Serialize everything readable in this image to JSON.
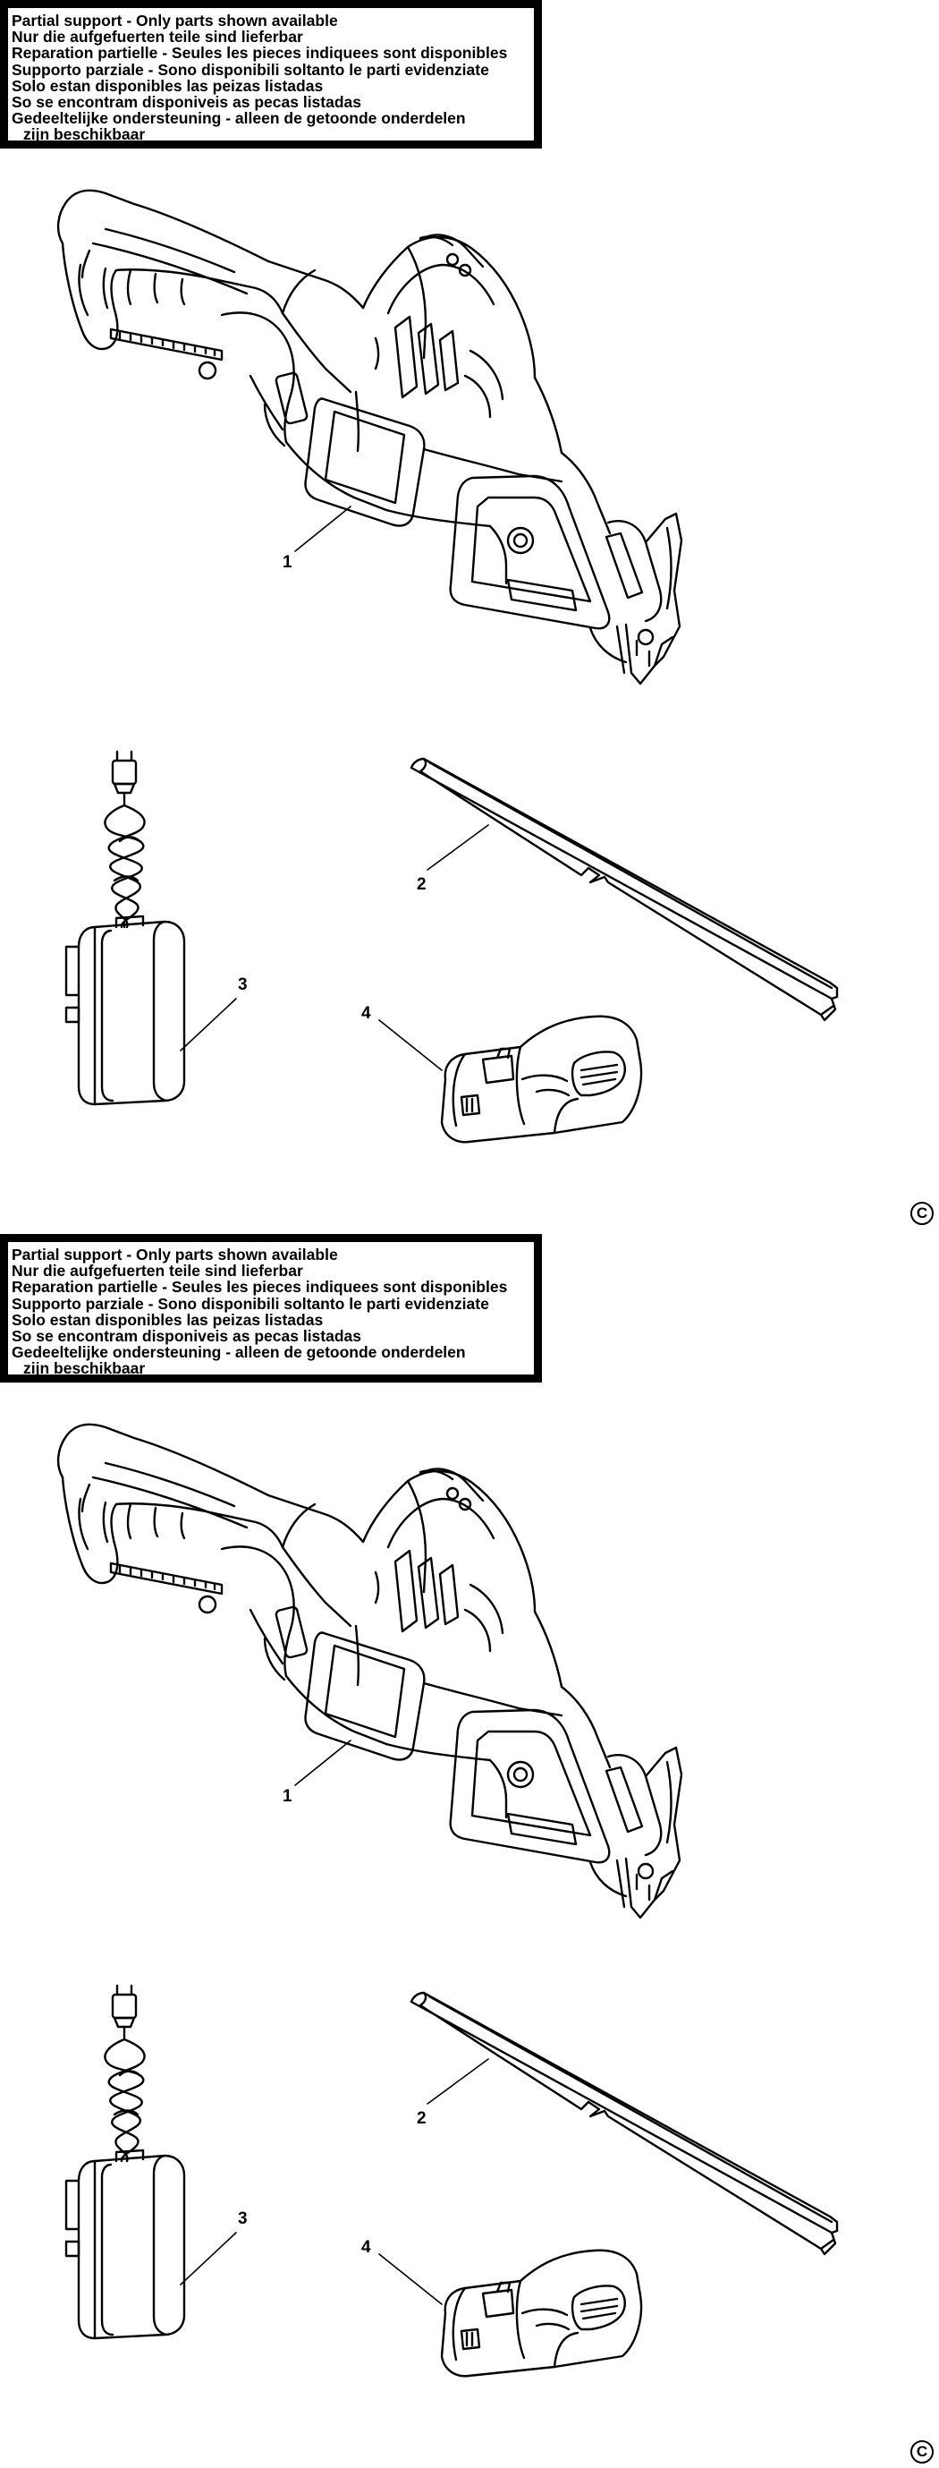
{
  "notice": {
    "lines": [
      "Partial support - Only parts shown available",
      "Nur die aufgefuerten teile sind lieferbar",
      "Reparation partielle - Seules les pieces indiquees sont disponibles",
      "Supporto parziale - Sono disponibili soltanto le parti evidenziate",
      "Solo estan disponibles las peizas listadas",
      "So se encontram disponiveis as pecas listadas",
      "Gedeeltelijke ondersteuning - alleen de getoonde onderdelen",
      "zijn beschikbaar"
    ]
  },
  "callouts": {
    "saw": "1",
    "blade": "2",
    "charger": "3",
    "battery": "4"
  },
  "copyright_symbol": "C"
}
